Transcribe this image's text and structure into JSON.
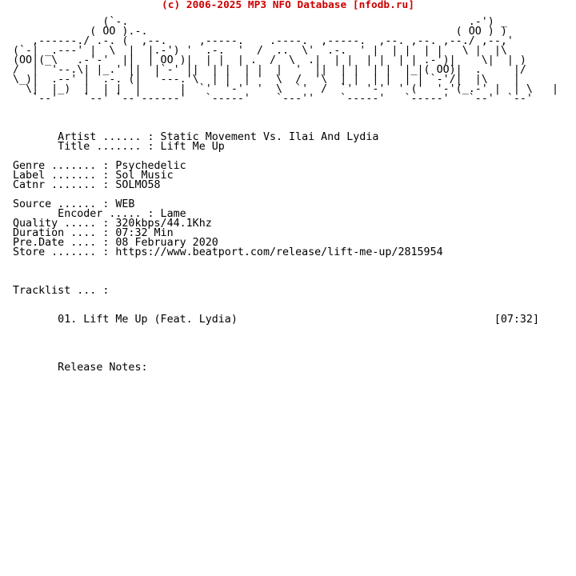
{
  "header": {
    "copyright": "(c) 2006-2025 MP3 NFO Database [nfodb.ru]",
    "header_color": "#cc0000"
  },
  "nfo": {
    "ascii_art": [
      "              (`-.                                                     .-') _",
      "            ( OO ).-.                                                ( OO ) )",
      "   ,------./ .-. (  ,--.     ,-----.    .----.  ,-----.  ,--. ,--. ,--./ ,--,'",
      "(`-| _.---' |  \\  |  |.-') '  .-.  '  /  ..  \\'  .-.  ' |  | |  | |   \\ |  |\\",
      "(OO|(_\\   .-'-'  ||  | OO )|  | |  | .  /  \\  .|  | |  | |  | | .-')|    \\|  | )",
      "/  |  '--.\\| |_.' ||  |`-' ||  | |  | |  |  '  ||  | |  | |  |_|( OO)|  .     |/",
      "\\_)|  .--' |  .-. (|  '---.'\\  | |  | '  \\  /  '\\  | |  | |  | | `-'/|  |\\    |",
      "  \\|  |_)  |  | |  |      |  `'  '-'  '  \\  `'  /  `'  '-'  ' ('  '-'(_.-' |  | \\   |",
      "   `--'    `--' `--'------'   `-----'    `---''    `-----'   `-----'   `--'  `--'"
    ],
    "fields": [
      "       Artist ...... : Static Movement Vs. Ilai And Lydia",
      "       Title ....... : Lift Me Up",
      "",
      "Genre ....... : Psychedelic",
      "Label ....... : Sol Music",
      "Catnr ....... : SOLMO58",
      "",
      "Source ...... : WEB",
      "       Encoder ..... : Lame",
      "Quality ..... : 320kbps/44.1Khz",
      "Duration .... : 07:32 Min",
      "Pre.Date .... : 08 February 2020",
      "Store ....... : https://www.beatport.com/release/lift-me-up/2815954",
      "",
      "",
      "",
      "Tracklist ... :",
      "",
      "",
      "       01. Lift Me Up (Feat. Lydia)                                        [07:32]",
      "",
      "",
      "",
      "",
      "       Release Notes:"
    ]
  }
}
